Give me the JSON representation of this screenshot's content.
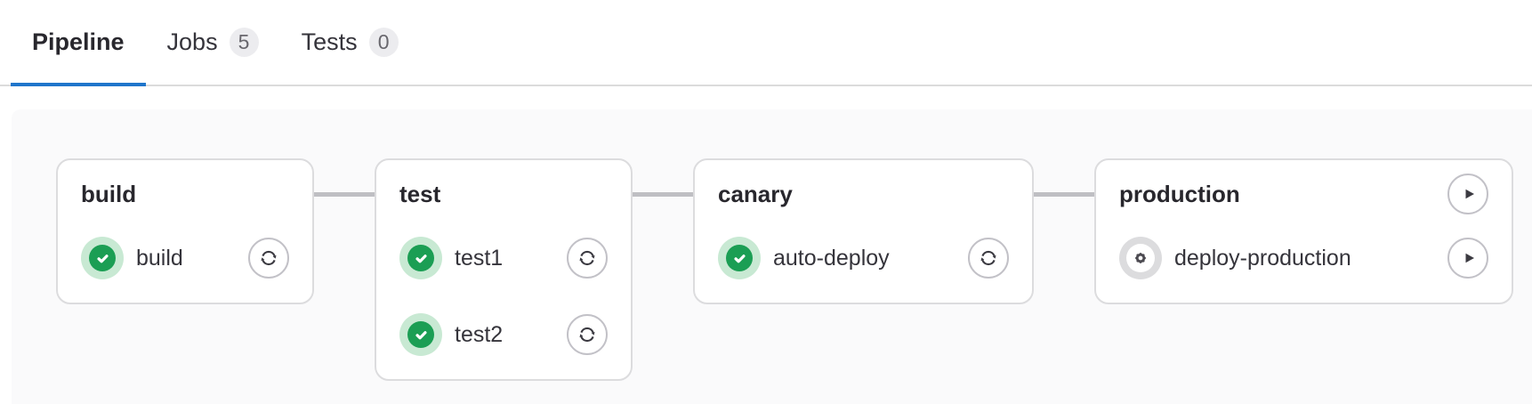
{
  "tabs": {
    "items": [
      {
        "label": "Pipeline",
        "active": true
      },
      {
        "label": "Jobs",
        "badge": "5",
        "active": false
      },
      {
        "label": "Tests",
        "badge": "0",
        "active": false
      }
    ]
  },
  "pipeline": {
    "stages": [
      {
        "name": "build",
        "jobs": [
          {
            "name": "build",
            "status": "success",
            "action": "retry"
          }
        ]
      },
      {
        "name": "test",
        "jobs": [
          {
            "name": "test1",
            "status": "success",
            "action": "retry"
          },
          {
            "name": "test2",
            "status": "success",
            "action": "retry"
          }
        ]
      },
      {
        "name": "canary",
        "jobs": [
          {
            "name": "auto-deploy",
            "status": "success",
            "action": "retry"
          }
        ]
      },
      {
        "name": "production",
        "stage_action": "play",
        "jobs": [
          {
            "name": "deploy-production",
            "status": "manual",
            "action": "play"
          }
        ]
      }
    ]
  },
  "icons": {
    "success": "check-circle",
    "manual": "gear",
    "retry": "retry-arrows",
    "play": "play-triangle"
  },
  "colors": {
    "accent-blue": "#1f75cb",
    "success-green": "#1b9e54",
    "success-green-light": "#c8e9d3",
    "manual-gray": "#dcdcde",
    "card-border": "#dcdcde",
    "connector-gray": "#bfbfc3",
    "badge-bg": "#ececef",
    "badge-text": "#68676d",
    "text-dark": "#28272d",
    "text-body": "#35343b",
    "container-bg": "#fafafb",
    "action-border": "#c2c1c7",
    "glyph-dark": "#3b3a41",
    "tabbar-border": "#dbdbdb"
  }
}
